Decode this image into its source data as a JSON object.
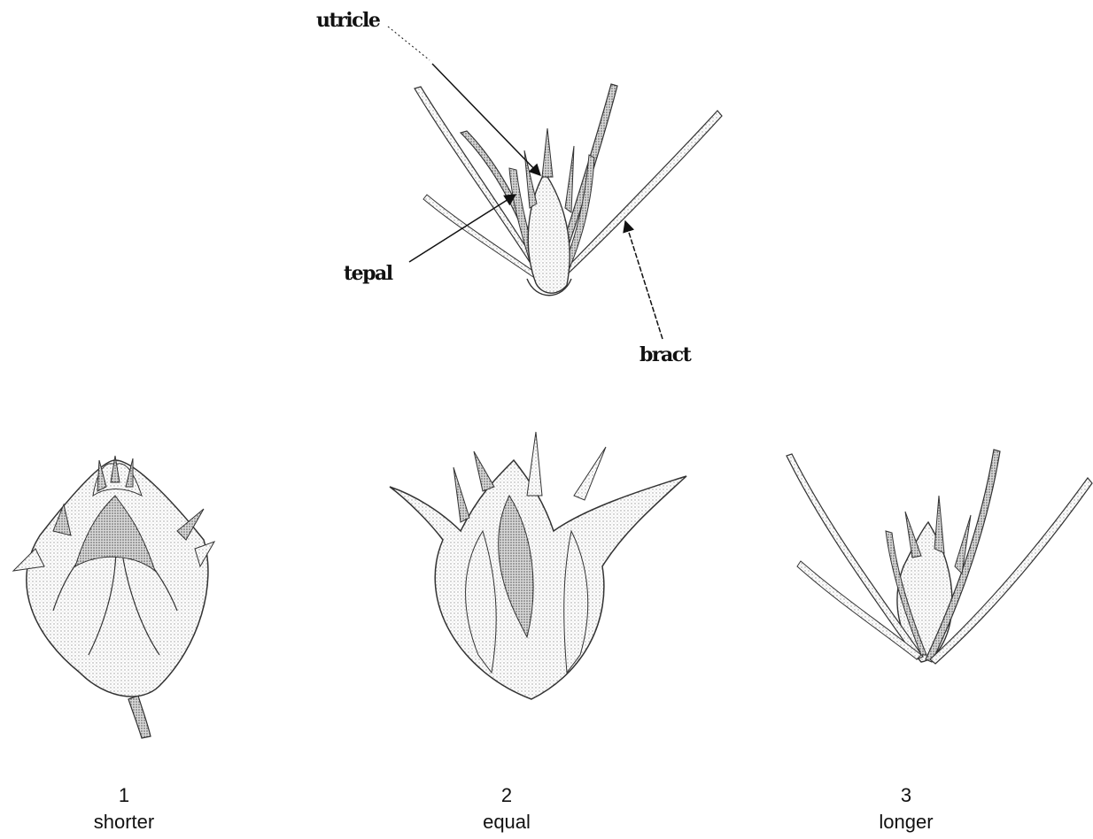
{
  "annotations": {
    "utricle": "utricle",
    "tepal": "tepal",
    "bract": "bract"
  },
  "figures": [
    {
      "number": "1",
      "label": "shorter"
    },
    {
      "number": "2",
      "label": "equal"
    },
    {
      "number": "3",
      "label": "longer"
    }
  ]
}
